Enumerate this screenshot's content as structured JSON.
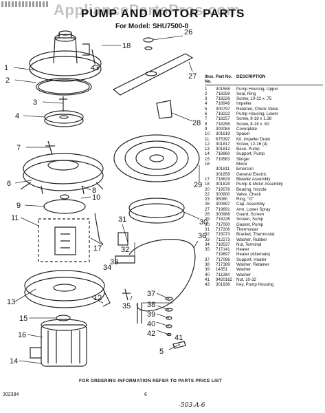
{
  "watermark": "AppliancePartsPros.com",
  "header": {
    "title": "PUMP AND MOTOR PARTS",
    "model": "For Model: SHU7500-0"
  },
  "table": {
    "headers": [
      "Illus. No.",
      "Part No.",
      "DESCRIPTION"
    ],
    "rows": [
      [
        "1",
        "301558",
        "Pump Housing, Upper"
      ],
      [
        "2",
        "718259",
        "Seal, Ring"
      ],
      [
        "3",
        "718226",
        "Screw, 10-32 x .75"
      ],
      [
        "4",
        "718949",
        "Impeller"
      ],
      [
        "5",
        "300797",
        "Retainer, Check Valve"
      ],
      [
        "6",
        "718222",
        "Pump Housing, Lower"
      ],
      [
        "7",
        "718257",
        "Screw, 8-18 x 1.38"
      ],
      [
        "8",
        "718258",
        "Screw, 8-18 x .62"
      ],
      [
        "9",
        "300084",
        "Coverplate"
      ],
      [
        "10",
        "301619",
        "Spacer"
      ],
      [
        "11",
        "675397",
        "Kit, Impeller Drain"
      ],
      [
        "12",
        "301817",
        "Screw, 12-16 (4)"
      ],
      [
        "13",
        "301812",
        "Base, Pump"
      ],
      [
        "14",
        "718960",
        "Support, Pump"
      ],
      [
        "15",
        "719583",
        "Slinger"
      ],
      [
        "16",
        "",
        "Motor"
      ],
      [
        "",
        "301811",
        "Emerson"
      ],
      [
        "",
        "301858",
        "General Electric"
      ],
      [
        "17",
        "718629",
        "Bleeder Assembly"
      ],
      [
        "18",
        "301829",
        "Pump & Motor Assembly"
      ],
      [
        "20",
        "719576",
        "Bearing, Nozzle"
      ],
      [
        "22",
        "300800",
        "Valve, Check"
      ],
      [
        "23",
        "95080",
        "Ring, \"O\""
      ],
      [
        "26",
        "300997",
        "Cap, Assembly"
      ],
      [
        "27",
        "719691",
        "Arm, Lower Spray"
      ],
      [
        "28",
        "300988",
        "Guard, Screen"
      ],
      [
        "29",
        "718226",
        "Screen, Sump"
      ],
      [
        "30",
        "717000",
        "Gasket, Pump"
      ],
      [
        "31",
        "717206",
        "Thermostat"
      ],
      [
        "32",
        "715073",
        "Bracket, Thermostat"
      ],
      [
        "33",
        "712273",
        "Washer, Rubber"
      ],
      [
        "34",
        "718537",
        "Nut, Terminal"
      ],
      [
        "35",
        "717141",
        "Heater"
      ],
      [
        "",
        "719697",
        "Heater (Alternate)"
      ],
      [
        "37",
        "717096",
        "Support, Heater"
      ],
      [
        "38",
        "717389",
        "Washer, Retainer"
      ],
      [
        "39",
        "14351",
        "Washer"
      ],
      [
        "40",
        "711284",
        "Washer"
      ],
      [
        "41",
        "9420162",
        "Nut, 10-32"
      ],
      [
        "43",
        "301936",
        "Key, Pump Housing"
      ]
    ]
  },
  "callouts": [
    "1",
    "2",
    "3",
    "4",
    "5",
    "6",
    "7",
    "8",
    "9",
    "10",
    "11",
    "12",
    "13",
    "14",
    "15",
    "16",
    "17",
    "18",
    "26",
    "27",
    "28",
    "29",
    "30",
    "31",
    "32",
    "33",
    "34",
    "35",
    "36",
    "37",
    "38",
    "39",
    "40",
    "41",
    "42",
    "43"
  ],
  "footer": {
    "note": "FOR ORDERING INFORMATION REFER TO PARTS PRICE LIST",
    "code": "302384",
    "page": "6",
    "handwritten": "-503-A-6"
  }
}
